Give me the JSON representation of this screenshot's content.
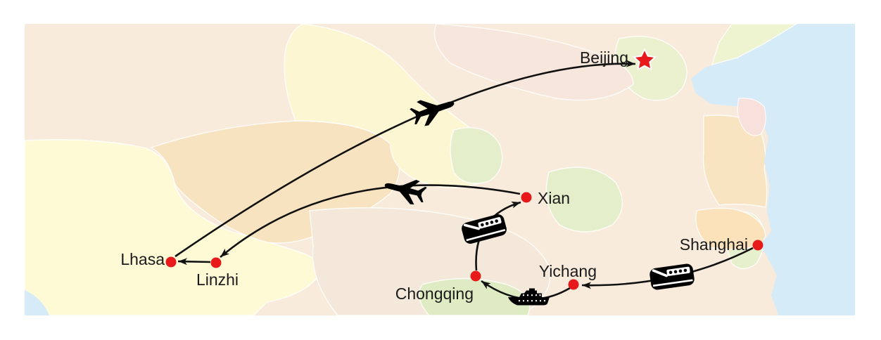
{
  "map": {
    "description": "China tour itinerary map",
    "stops": [
      {
        "name": "Shanghai",
        "marker": "dot"
      },
      {
        "name": "Yichang",
        "marker": "dot"
      },
      {
        "name": "Chongqing",
        "marker": "dot"
      },
      {
        "name": "Xian",
        "marker": "dot"
      },
      {
        "name": "Linzhi",
        "marker": "dot"
      },
      {
        "name": "Lhasa",
        "marker": "dot"
      },
      {
        "name": "Beijing",
        "marker": "star"
      }
    ],
    "legs": [
      {
        "from": "Shanghai",
        "to": "Yichang",
        "mode": "high-speed-train",
        "icon": "train-icon"
      },
      {
        "from": "Yichang",
        "to": "Chongqing",
        "mode": "river-cruise",
        "icon": "ship-icon"
      },
      {
        "from": "Chongqing",
        "to": "Xian",
        "mode": "high-speed-train",
        "icon": "train-icon"
      },
      {
        "from": "Xian",
        "to": "Linzhi",
        "mode": "flight",
        "icon": "plane-icon"
      },
      {
        "from": "Linzhi",
        "to": "Lhasa",
        "mode": "overland",
        "icon": "arrow-only"
      },
      {
        "from": "Lhasa",
        "to": "Beijing",
        "mode": "flight",
        "icon": "plane-icon"
      }
    ],
    "colors": {
      "marker_red": "#e8191b",
      "route": "#111111",
      "sea": "#d6ebf8",
      "land_base": "#f8ebdc",
      "label_text": "#1a1a1a"
    }
  }
}
